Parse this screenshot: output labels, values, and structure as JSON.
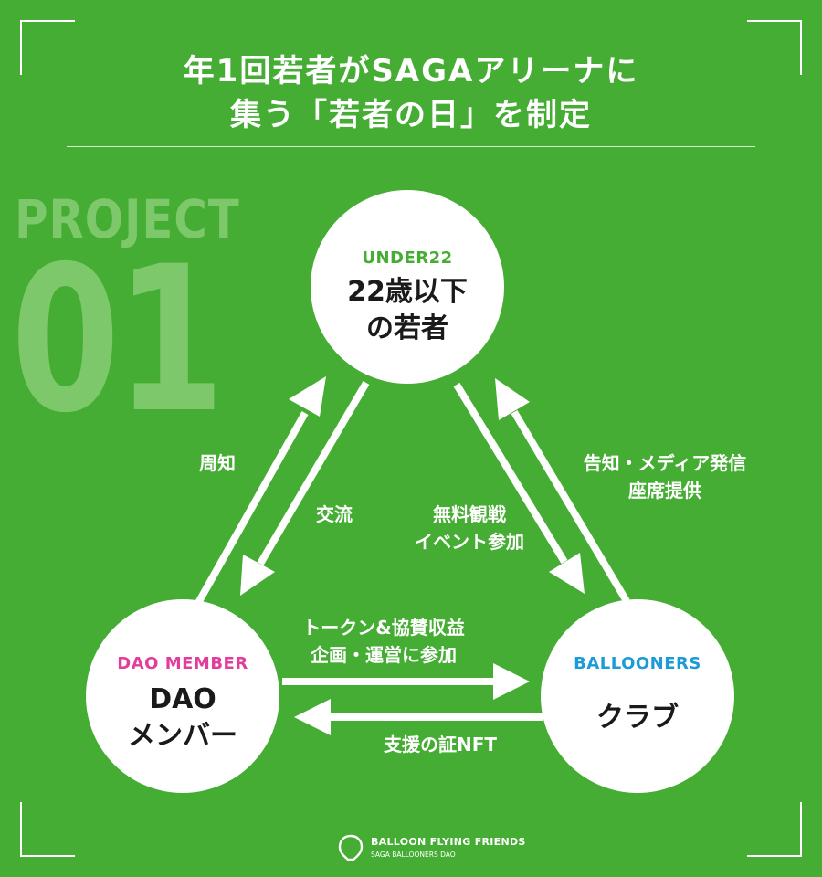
{
  "title": {
    "line1": "年1回若者がSAGAアリーナに",
    "line2": "集う「若者の日」を制定"
  },
  "watermark": {
    "word": "PROJECT",
    "number": "01"
  },
  "nodes": {
    "top": {
      "tag": "UNDER22",
      "line1": "22歳以下",
      "line2": "の若者",
      "tag_color": "#45ad33"
    },
    "left": {
      "tag": "DAO MEMBER",
      "line1": "DAO",
      "line2": "メンバー",
      "tag_color": "#e23c9c"
    },
    "right": {
      "tag": "BALLOONERS",
      "line1": "クラブ",
      "tag_color": "#1d9bd8"
    }
  },
  "edges": {
    "left_to_top": "周知",
    "top_to_left": "交流",
    "top_to_right": {
      "line1": "無料観戦",
      "line2": "イベント参加"
    },
    "right_to_top": {
      "line1": "告知・メディア発信",
      "line2": "座席提供"
    },
    "left_to_right": {
      "line1": "トークン&協賛収益",
      "line2": "企画・運営に参加"
    },
    "right_to_left": "支援の証NFT"
  },
  "footer": {
    "name": "BALLOON FLYING FRIENDS",
    "sub": "SAGA BALLOONERS DAO"
  },
  "colors": {
    "background": "#45ad33",
    "watermark": "#7dc86a",
    "foreground": "#ffffff"
  }
}
